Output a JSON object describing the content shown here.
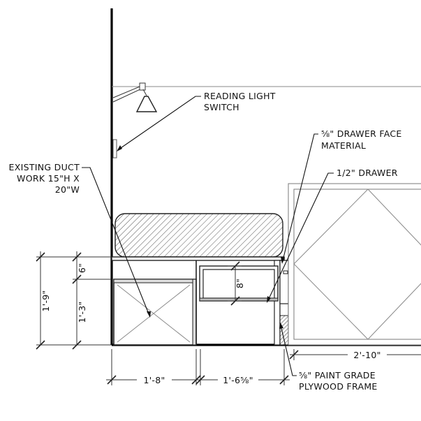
{
  "notes": {
    "reading_light_switch": [
      "READING LIGHT",
      "SWITCH"
    ],
    "existing_duct": [
      "EXISTING DUCT",
      "WORK 15\"H X",
      "20\"W"
    ],
    "drawer_face": [
      "⅝\" DRAWER FACE",
      "MATERIAL"
    ],
    "half_drawer": "1/2\" DRAWER",
    "paint_grade": [
      "⅝\" PAINT GRADE",
      "PLYWOOD FRAME"
    ]
  },
  "dimensions": {
    "overall_height": "1'-9\"",
    "upper_height": "6\"",
    "lower_height": "1'-3\"",
    "drawer_height": "8\"",
    "width_left": "1'-8\"",
    "width_mid": "1'-6⅝\"",
    "width_right": "2'-10\""
  },
  "colors": {
    "line": "#000000",
    "light_line": "#8a8a8a",
    "background": "#ffffff"
  }
}
